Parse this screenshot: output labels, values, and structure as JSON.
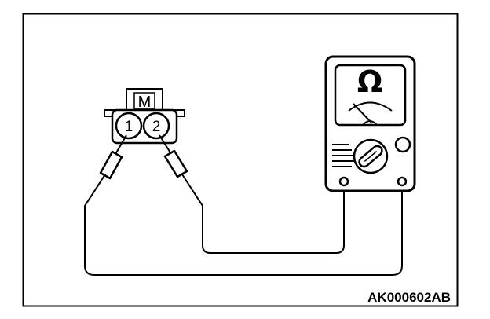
{
  "connector": {
    "label": "M",
    "pins": [
      "1",
      "2"
    ]
  },
  "meter": {
    "unit_symbol": "Ω"
  },
  "figure": {
    "reference_code": "AK000602AB"
  }
}
